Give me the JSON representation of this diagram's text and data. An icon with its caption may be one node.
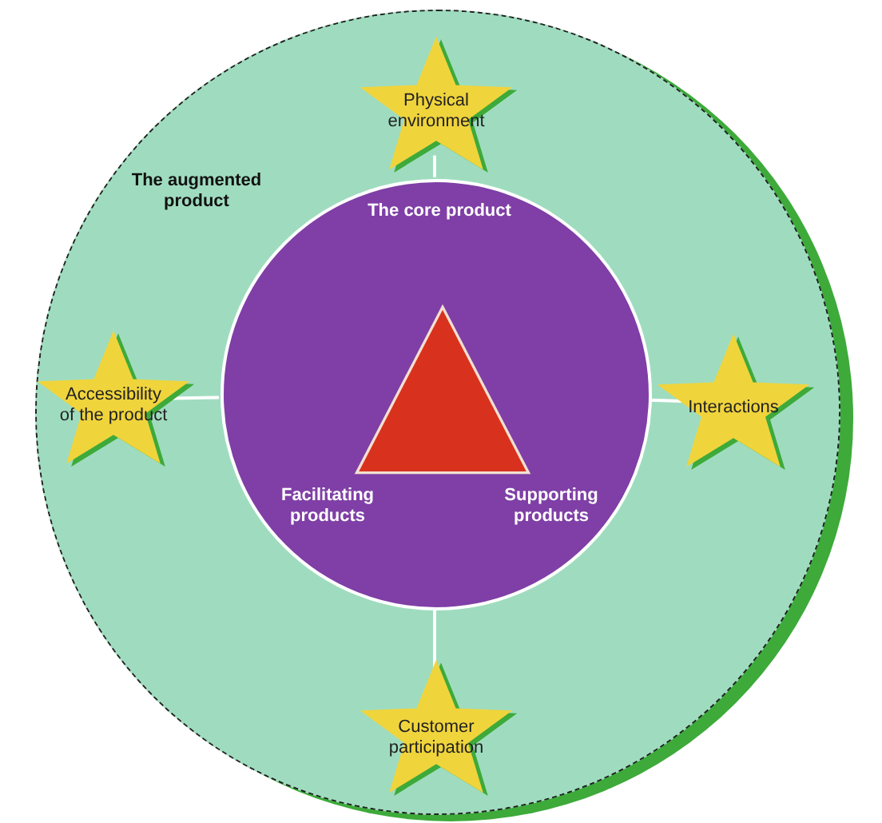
{
  "diagram": {
    "nodes": [
      {
        "text": [
          "The augmented product"
        ]
      },
      {
        "text": [
          "The core product",
          "Facilitating products",
          "Supporting products"
        ],
        "in": 0
      },
      {
        "text": [],
        "shape": "triangle",
        "in": 1
      },
      {
        "text": [
          "Physical environment"
        ],
        "in": 0
      },
      {
        "text": [
          "Accessibility of the product"
        ],
        "in": 0
      },
      {
        "text": [
          "Interactions"
        ],
        "in": 0
      },
      {
        "text": [
          "Customer participation"
        ],
        "in": 0
      }
    ],
    "edges": [
      {
        "from": 3,
        "to": 1,
        "arrow": "none"
      },
      {
        "from": 4,
        "to": 1,
        "arrow": "none"
      },
      {
        "from": 5,
        "to": 1,
        "arrow": "none"
      },
      {
        "from": 6,
        "to": 1,
        "arrow": "none"
      }
    ]
  }
}
